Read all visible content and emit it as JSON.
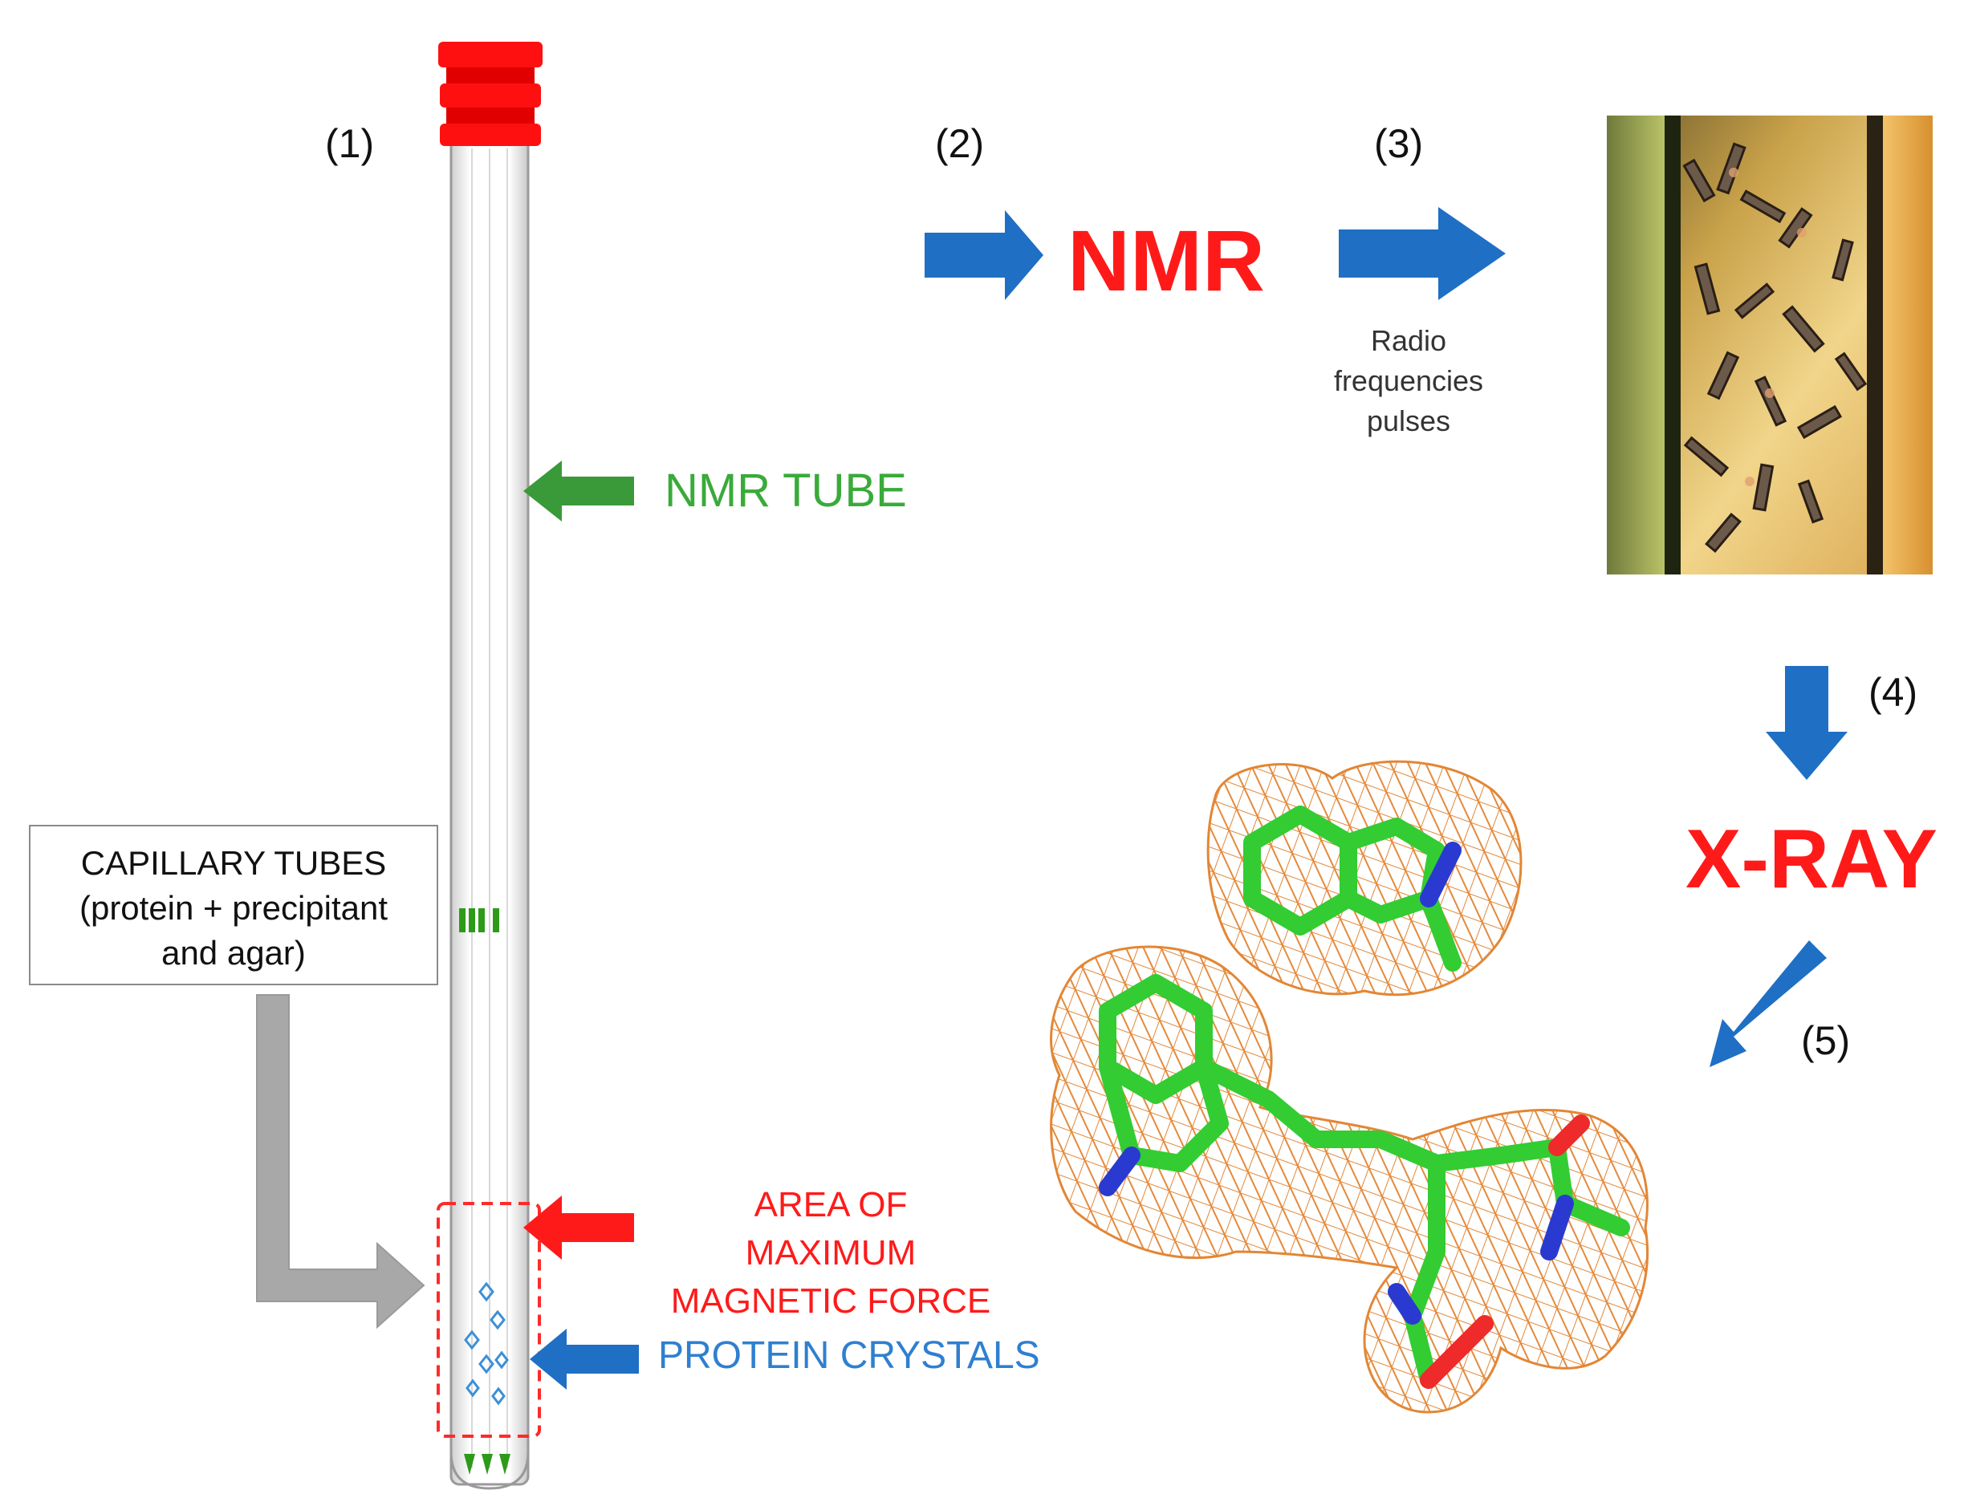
{
  "steps": {
    "s1": "(1)",
    "s2": "(2)",
    "s3": "(3)",
    "s4": "(4)",
    "s5": "(5)"
  },
  "methods": {
    "nmr": "NMR",
    "xray": "X-RAY"
  },
  "labels": {
    "nmr_tube": "NMR TUBE",
    "max_force_line1": "AREA OF MAXIMUM",
    "max_force_line2": "MAGNETIC FORCE",
    "protein_crystals": "PROTEIN CRYSTALS",
    "radio_line1": "Radio",
    "radio_line2": "frequencies",
    "radio_line3": "pulses"
  },
  "capillary_box": {
    "line1": "CAPILLARY TUBES",
    "line2": "(protein + precipitant",
    "line3": "and agar)"
  },
  "colors": {
    "nmr_red": "#ff1a1a",
    "arrow_blue": "#1f6fc4",
    "arrow_green": "#3a9a3a",
    "arrow_red": "#ff1a1a",
    "arrow_gray": "#a6a6a6",
    "mesh_orange": "#e07a20",
    "stick_green": "#33cc33"
  },
  "icons": {
    "tube": "nmr-tube-icon",
    "crystal_photo": "crystal-photo-icon",
    "density_map": "electron-density-map-icon"
  }
}
